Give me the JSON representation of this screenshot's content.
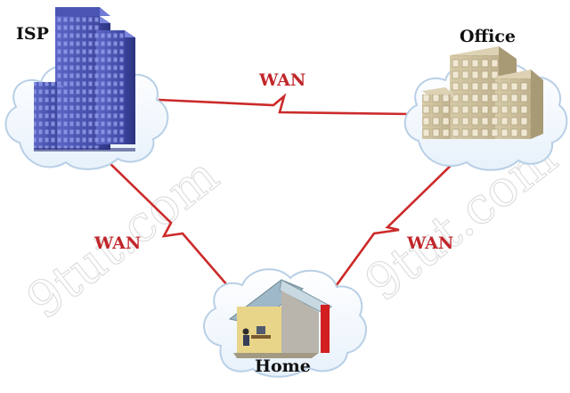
{
  "nodes": {
    "isp": {
      "label": "ISP"
    },
    "office": {
      "label": "Office"
    },
    "home": {
      "label": "Home"
    }
  },
  "links": {
    "isp_office": {
      "label": "WAN"
    },
    "isp_home": {
      "label": "WAN"
    },
    "office_home": {
      "label": "WAN"
    }
  },
  "watermark": {
    "text_left": "9tut.com",
    "text_right": "9tut.com"
  },
  "colors": {
    "wan_line": "#cc2a2a",
    "wan_label": "#c0262a",
    "cloud_fill": "#f3f8fd",
    "cloud_stroke": "#b8cfe6",
    "isp_building": "#4b56b5",
    "office_building": "#cbbd9d"
  }
}
